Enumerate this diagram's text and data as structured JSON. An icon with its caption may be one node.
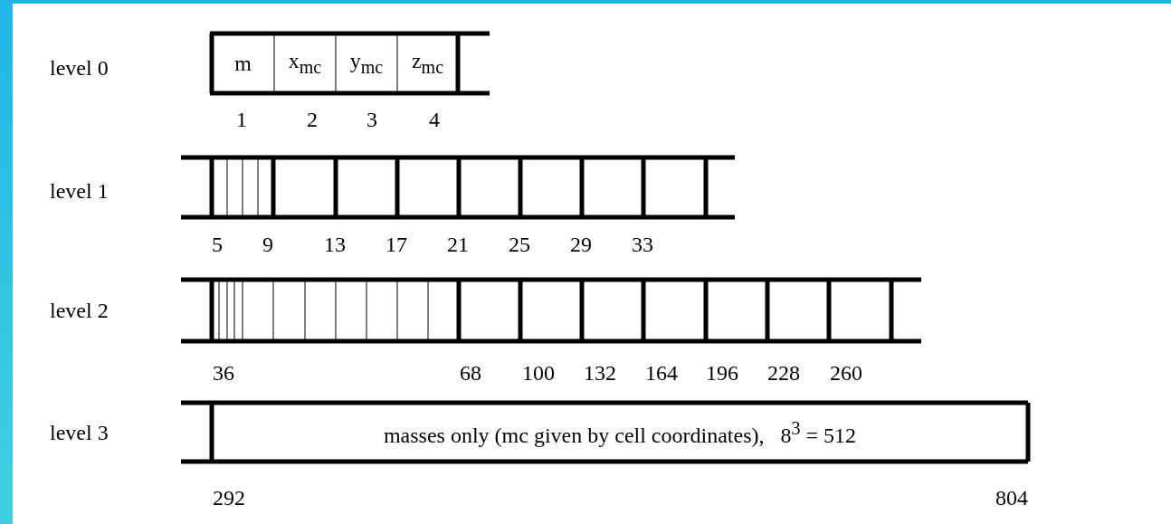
{
  "diagram": {
    "nodes": [
      {
        "text": [
          "m"
        ]
      },
      {
        "text": [
          "x$_{mc}$"
        ]
      },
      {
        "text": [
          "y$_{mc}$"
        ]
      },
      {
        "text": [
          "z$_{mc}$"
        ]
      },
      {
        "text": [
          "masses only (mc given by cell coordinates),   8$^{3}$ = 512"
        ]
      }
    ],
    "labels": [
      "level 0",
      "1",
      "2",
      "3",
      "4",
      "level 1",
      "5",
      "9",
      "13",
      "17",
      "21",
      "25",
      "29",
      "33",
      "level 2",
      "36",
      "68",
      "100",
      "132",
      "164",
      "196",
      "228",
      "260",
      "level 3",
      "292",
      "804"
    ]
  }
}
